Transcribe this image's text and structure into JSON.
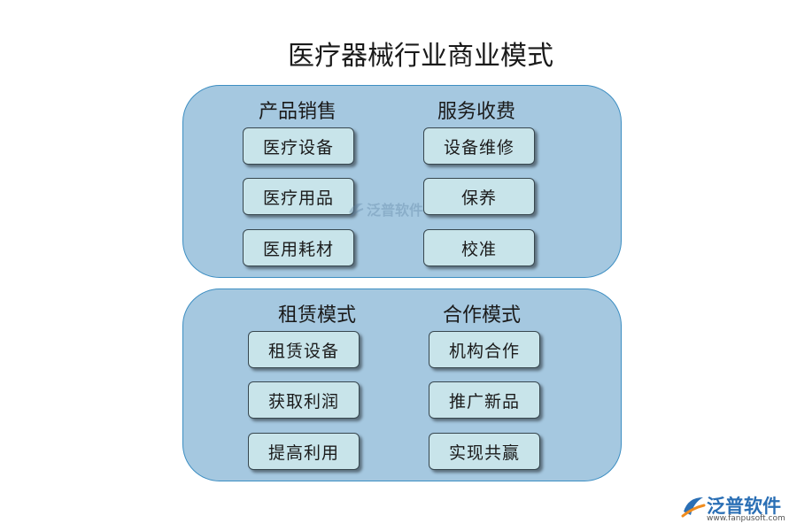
{
  "title": "医疗器械行业商业模式",
  "panels": [
    {
      "columns": [
        {
          "heading": "产品销售",
          "items": [
            "医疗设备",
            "医疗用品",
            "医用耗材"
          ]
        },
        {
          "heading": "服务收费",
          "items": [
            "设备维修",
            "保养",
            "校准"
          ]
        }
      ]
    },
    {
      "columns": [
        {
          "heading": "租赁模式",
          "items": [
            "租赁设备",
            "获取利润",
            "提高利用"
          ]
        },
        {
          "heading": "合作模式",
          "items": [
            "机构合作",
            "推广新品",
            "实现共赢"
          ]
        }
      ]
    }
  ],
  "watermark": {
    "text": "泛普软件"
  },
  "brand": {
    "name": "泛普软件",
    "url": "www.fanpusoft.com"
  },
  "colors": {
    "panel_fill": "#a5c8e0",
    "panel_border": "#3d8ec2",
    "box_fill": "#c8e4ea",
    "brand_blue": "#2a6fb5",
    "brand_orange": "#f08c1e"
  }
}
